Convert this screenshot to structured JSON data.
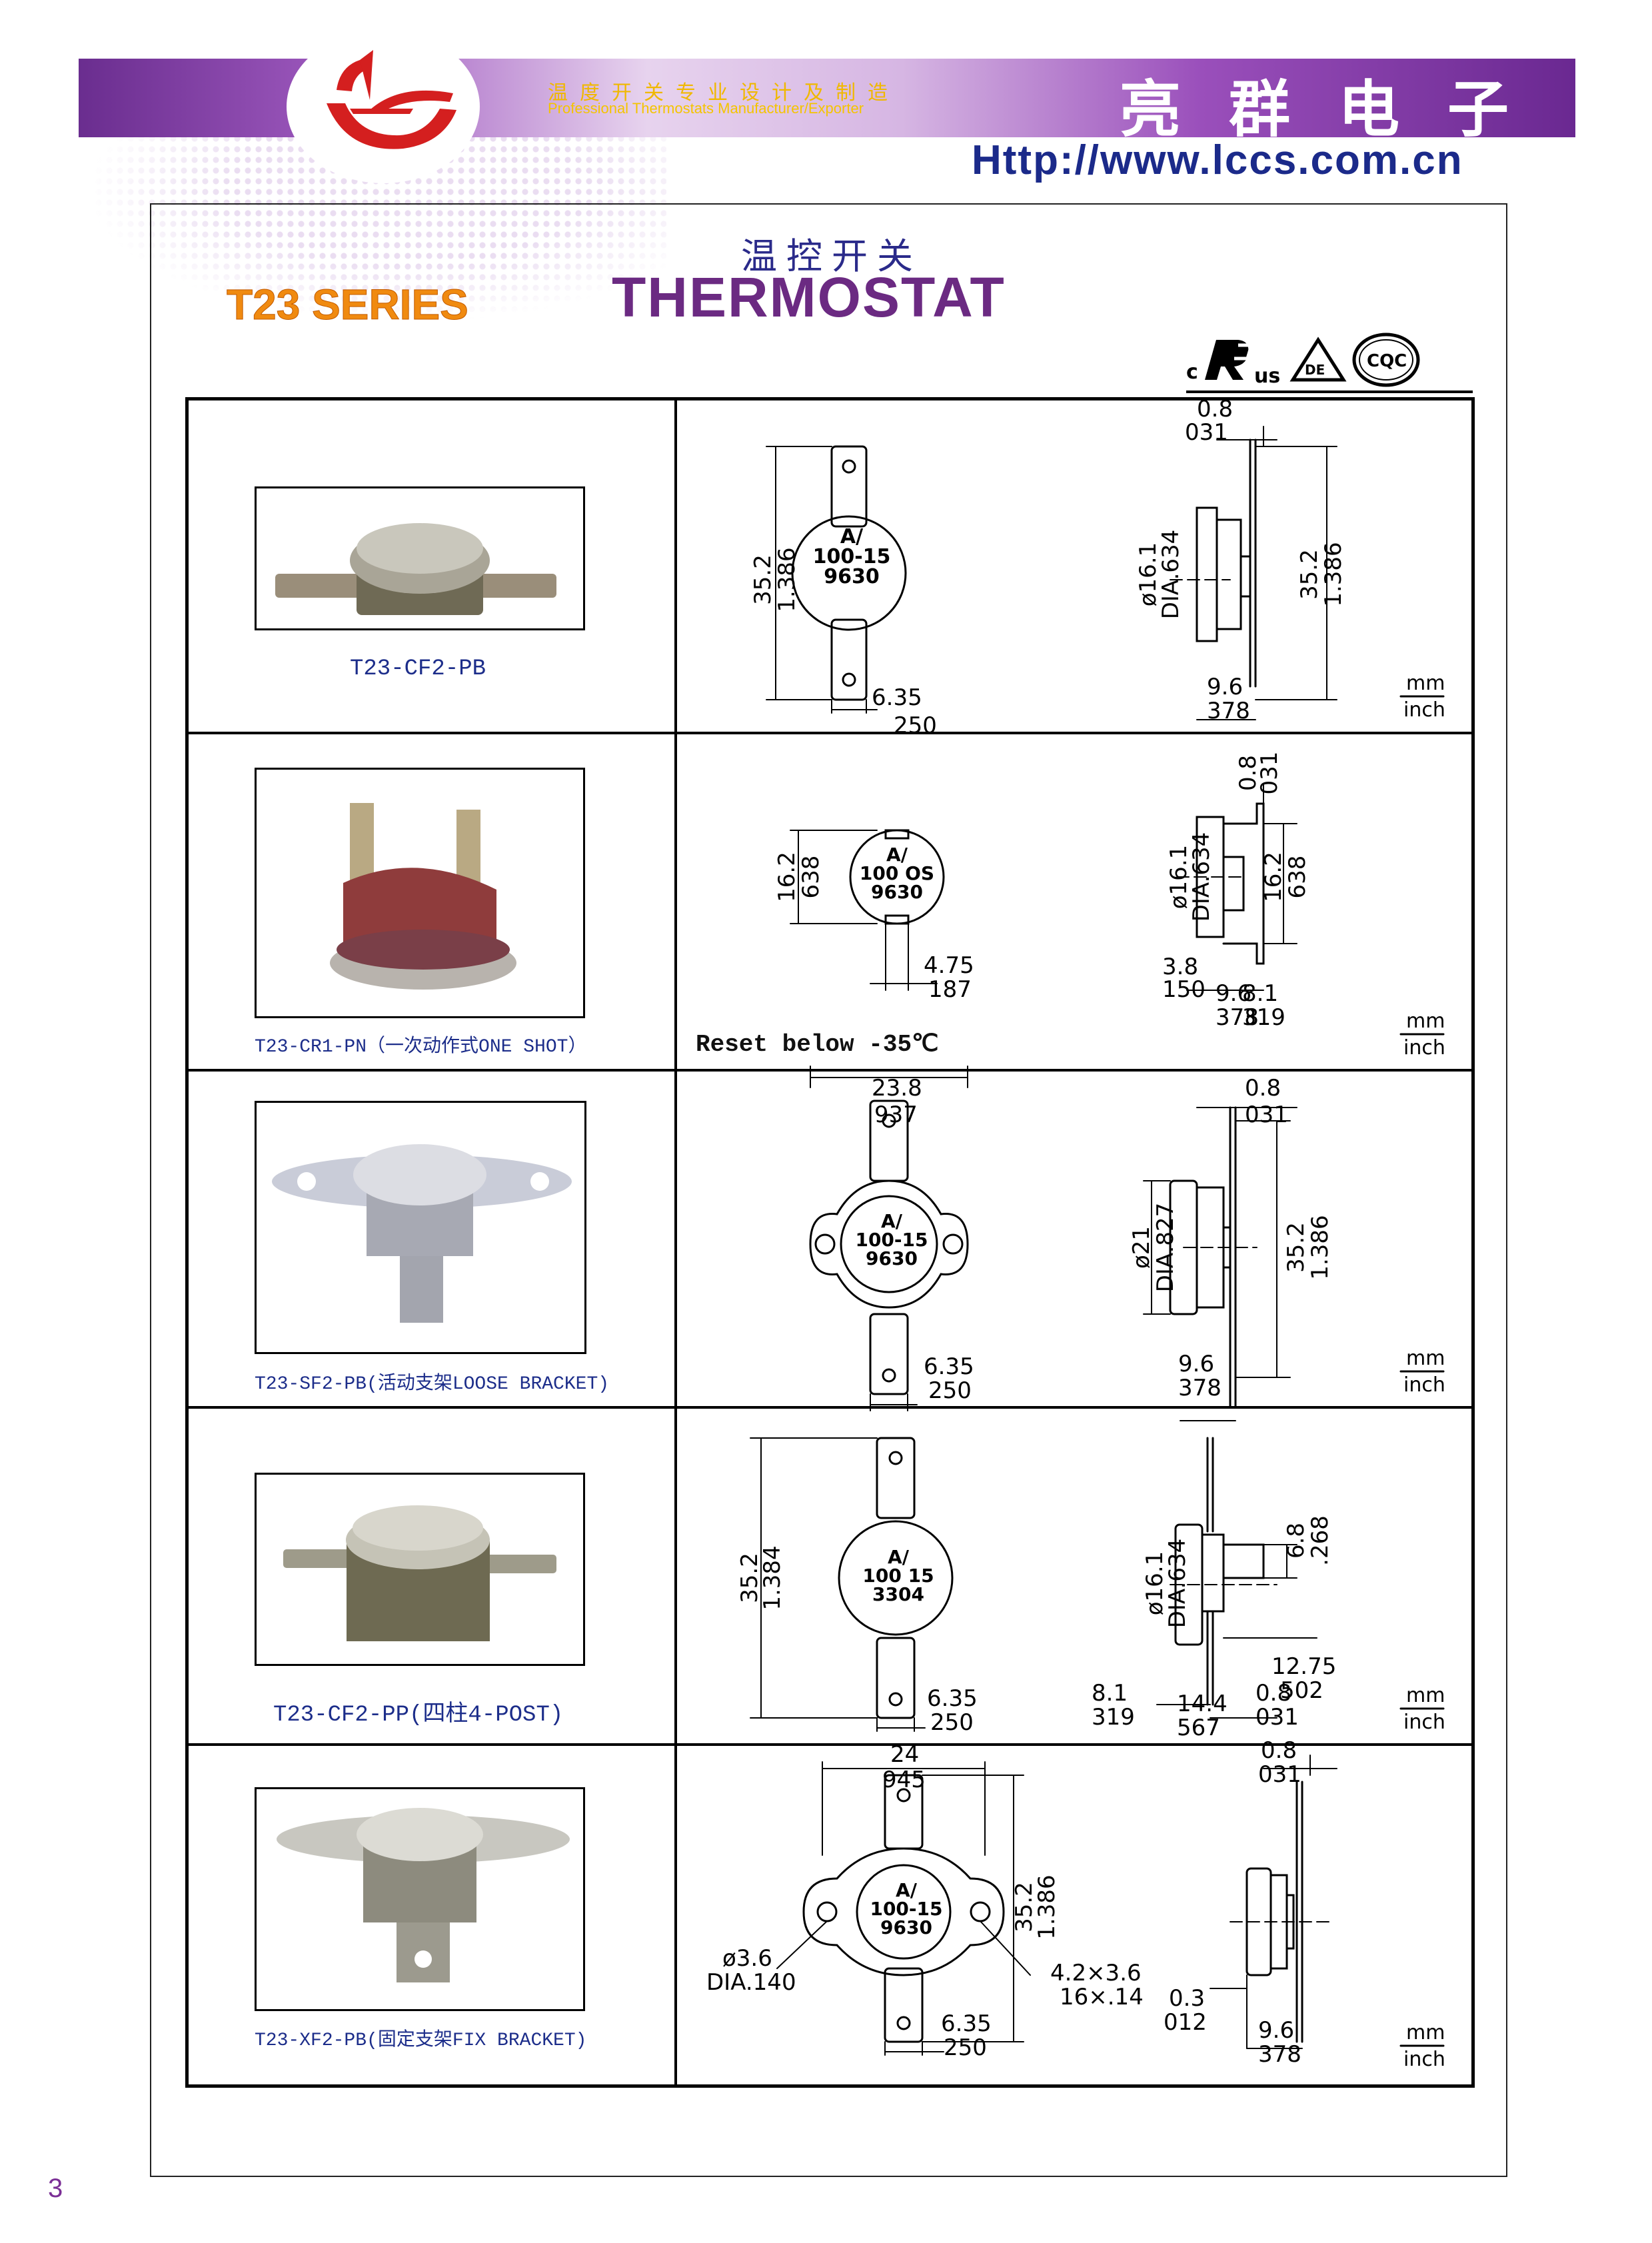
{
  "header": {
    "tagline_cn": "温度开关专业设计及制造",
    "tagline_en": "Professional Thermostats Manufacturer/Exporter",
    "brand_cn": "亮群电子",
    "url": "Http://www.lccs.com.cn"
  },
  "title": {
    "series": "T23 SERIES",
    "cn": "温控开关",
    "en": "THERMOSTAT"
  },
  "certifications": {
    "ul_c": "c",
    "ul_mark": "R",
    "ul_us": "us",
    "vde": "DE",
    "cqc": "CQC"
  },
  "units": {
    "top": "mm",
    "bottom": "inch"
  },
  "rows": [
    {
      "caption": "T23-CF2-PB",
      "front": {
        "marking": [
          "A/",
          "100-15",
          "9630"
        ],
        "dims": [
          "35.2",
          "1.386",
          "6.35",
          "250"
        ]
      },
      "side": {
        "dims": [
          "0.8",
          "031",
          "ø16.1",
          "DIA.634",
          "35.2",
          "1.386",
          "9.6",
          "378"
        ]
      }
    },
    {
      "caption": "T23-CR1-PN（一次动作式ONE SHOT）",
      "note": "Reset below -35℃",
      "front": {
        "marking": [
          "A/",
          "100 OS",
          "9630"
        ],
        "dims": [
          "16.2",
          "638",
          "4.75",
          "187"
        ]
      },
      "side": {
        "dims": [
          "0.8",
          "031",
          "ø16.1",
          "DIA.634",
          "16.2",
          "638",
          "3.8",
          "150",
          "9.6",
          "378",
          "8.1",
          "319"
        ]
      }
    },
    {
      "caption": "T23-SF2-PB(活动支架LOOSE BRACKET)",
      "front": {
        "marking": [
          "A/",
          "100-15",
          "9630"
        ],
        "dims": [
          "23.8",
          "937",
          "6.35",
          "250"
        ]
      },
      "side": {
        "dims": [
          "0.8",
          "031",
          "ø21",
          "DIA.827",
          "35.2",
          "1.386",
          "9.6",
          "378"
        ]
      }
    },
    {
      "caption": "T23-CF2-PP(四柱4-POST)",
      "front": {
        "marking": [
          "A/",
          "100 15",
          "3304"
        ],
        "dims": [
          "35.2",
          "1.384",
          "6.35",
          "250"
        ]
      },
      "side": {
        "dims": [
          "6.8",
          ".268",
          "ø16.1",
          "DIA.634",
          "12.75",
          "502",
          "8.1",
          "319",
          "0.8",
          "031",
          "14.4",
          "567"
        ]
      }
    },
    {
      "caption": "T23-XF2-PB(固定支架FIX BRACKET)",
      "front": {
        "marking": [
          "A/",
          "100-15",
          "9630"
        ],
        "dims": [
          "24",
          "945",
          "35.2",
          "1.386",
          "ø3.6",
          "DIA.140",
          "4.2×3.6",
          "16×.14",
          "6.35",
          "250"
        ]
      },
      "side": {
        "dims": [
          "0.8",
          "031",
          "0.3",
          "012",
          "9.6",
          "378"
        ]
      }
    }
  ],
  "page_number": "3",
  "colors": {
    "banner": "#7a3a9e",
    "series": "#f08a10",
    "title": "#6b2a82",
    "url": "#1b2a8a",
    "caption": "#1c2d8a"
  }
}
